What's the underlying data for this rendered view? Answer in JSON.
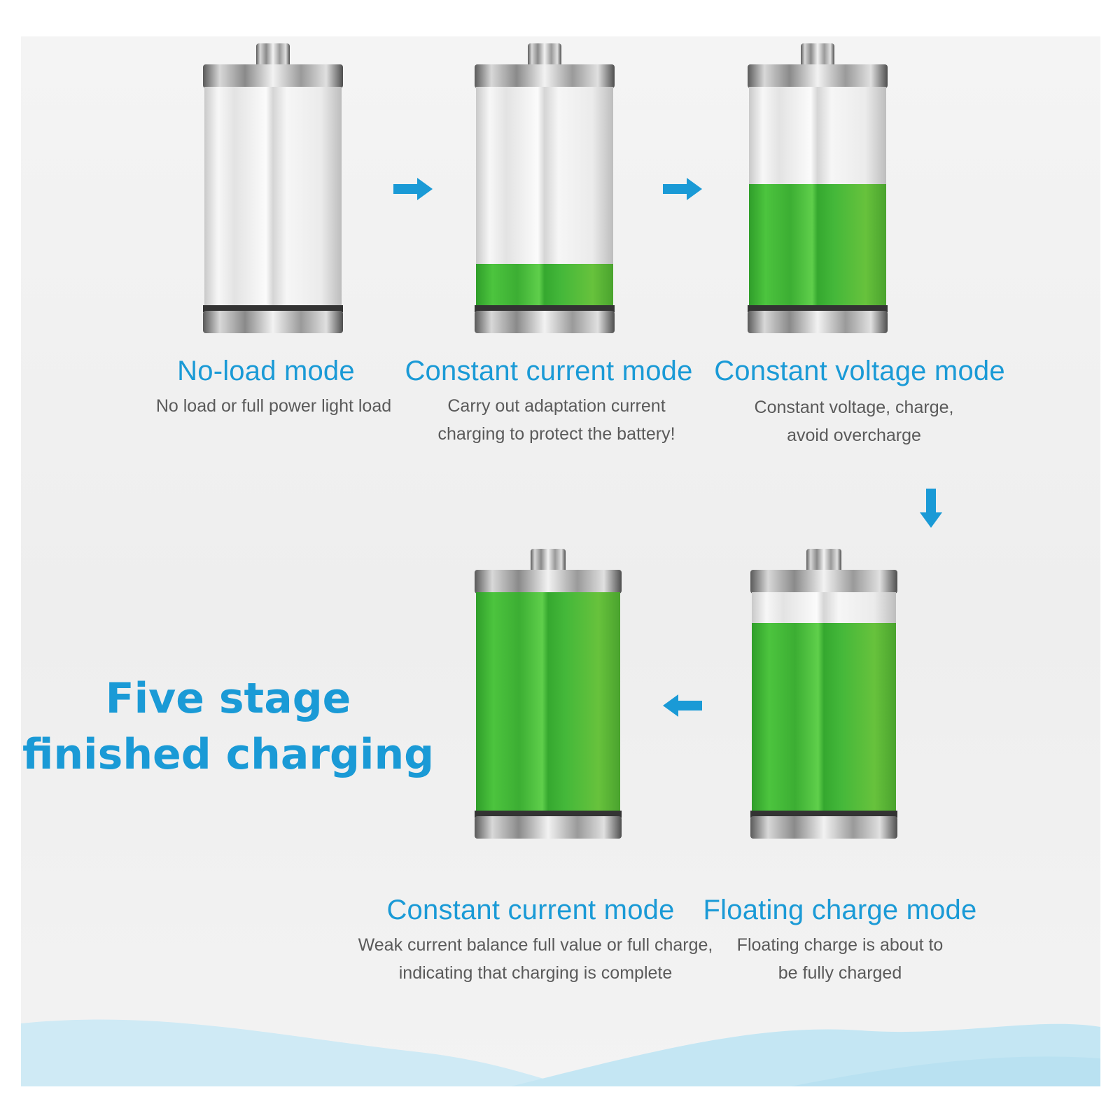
{
  "headline": {
    "line1": "Five stage",
    "line2": "finished charging"
  },
  "colors": {
    "accent": "#1a9ad6",
    "fill_green": "#3fb232",
    "desc_text": "#5a5a5a"
  },
  "stages": [
    {
      "title": "No-load mode",
      "desc": [
        "No load or full power light load"
      ],
      "fill": 0
    },
    {
      "title": "Constant current mode",
      "desc": [
        "Carry out adaptation current",
        "charging to protect the battery!"
      ],
      "fill": 0.2
    },
    {
      "title": "Constant voltage mode",
      "desc": [
        "Constant voltage, charge,",
        "avoid overcharge"
      ],
      "fill": 0.56
    },
    {
      "title": "Floating charge mode",
      "desc": [
        "Floating charge is about to",
        "be fully charged"
      ],
      "fill": 0.86
    },
    {
      "title": "Constant current mode",
      "desc": [
        "Weak current balance full value or full charge,",
        "indicating that charging is complete"
      ],
      "fill": 1
    }
  ],
  "arrows": [
    {
      "icon": "arrow-right-icon"
    },
    {
      "icon": "arrow-right-icon"
    },
    {
      "icon": "arrow-down-icon"
    },
    {
      "icon": "arrow-left-icon"
    }
  ]
}
